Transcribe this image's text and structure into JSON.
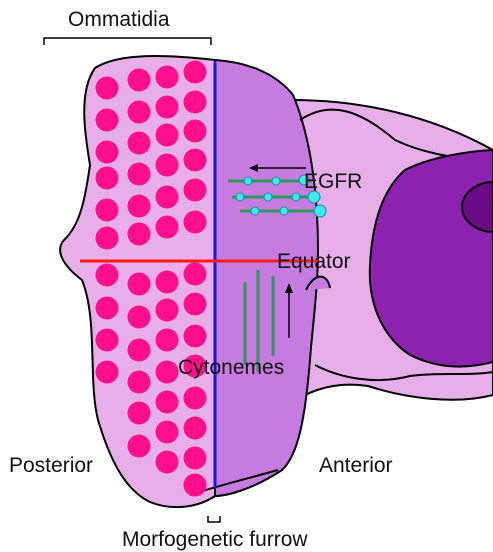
{
  "labels": {
    "ommatidia": "Ommatidia",
    "egfr": "EGFR",
    "equator": "Equator",
    "cytonemes": "Cytonemes",
    "posterior": "Posterior",
    "anterior": "Anterior",
    "furrow": "Morfogenetic furrow"
  },
  "colors": {
    "disc_light": "#e8aeea",
    "disc_mid": "#c57be0",
    "disc_dark": "#8e22b0",
    "disc_darkest": "#6a0a86",
    "ommatidium": "#ff0f8c",
    "furrow_line": "#1414e6",
    "equator_line": "#ff1a1a",
    "cytoneme": "#2f9a5a",
    "egfr_node": "#3ee6ef"
  }
}
